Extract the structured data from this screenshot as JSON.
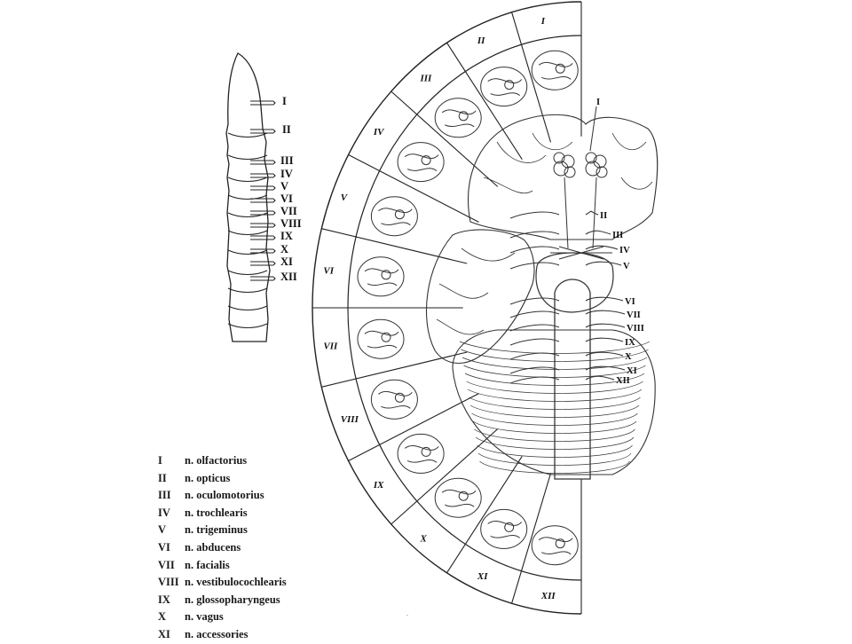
{
  "nerves": [
    {
      "numeral": "I",
      "name": "n. olfactorius"
    },
    {
      "numeral": "II",
      "name": "n. opticus"
    },
    {
      "numeral": "III",
      "name": "n. oculomotorius"
    },
    {
      "numeral": "IV",
      "name": "n. trochlearis"
    },
    {
      "numeral": "V",
      "name": "n. trigeminus"
    },
    {
      "numeral": "VI",
      "name": "n. abducens"
    },
    {
      "numeral": "VII",
      "name": "n. facialis"
    },
    {
      "numeral": "VIII",
      "name": "n. vestibulocochlearis"
    },
    {
      "numeral": "IX",
      "name": "n. glossopharyngeus"
    },
    {
      "numeral": "X",
      "name": "n. vagus"
    },
    {
      "numeral": "XI",
      "name": "n. accessories"
    }
  ],
  "column_labels": [
    "I",
    "II",
    "III",
    "IV",
    "V",
    "VI",
    "VII",
    "VIII",
    "IX",
    "X",
    "XI",
    "XII"
  ],
  "fan_labels": [
    "I",
    "II",
    "III",
    "IV",
    "V",
    "VI",
    "VII",
    "VIII",
    "IX",
    "X",
    "XI",
    "XII"
  ],
  "brain_labels": [
    "I",
    "II",
    "III",
    "IV",
    "V",
    "VI",
    "VII",
    "VIII",
    "IX",
    "X",
    "XI",
    "XII"
  ]
}
